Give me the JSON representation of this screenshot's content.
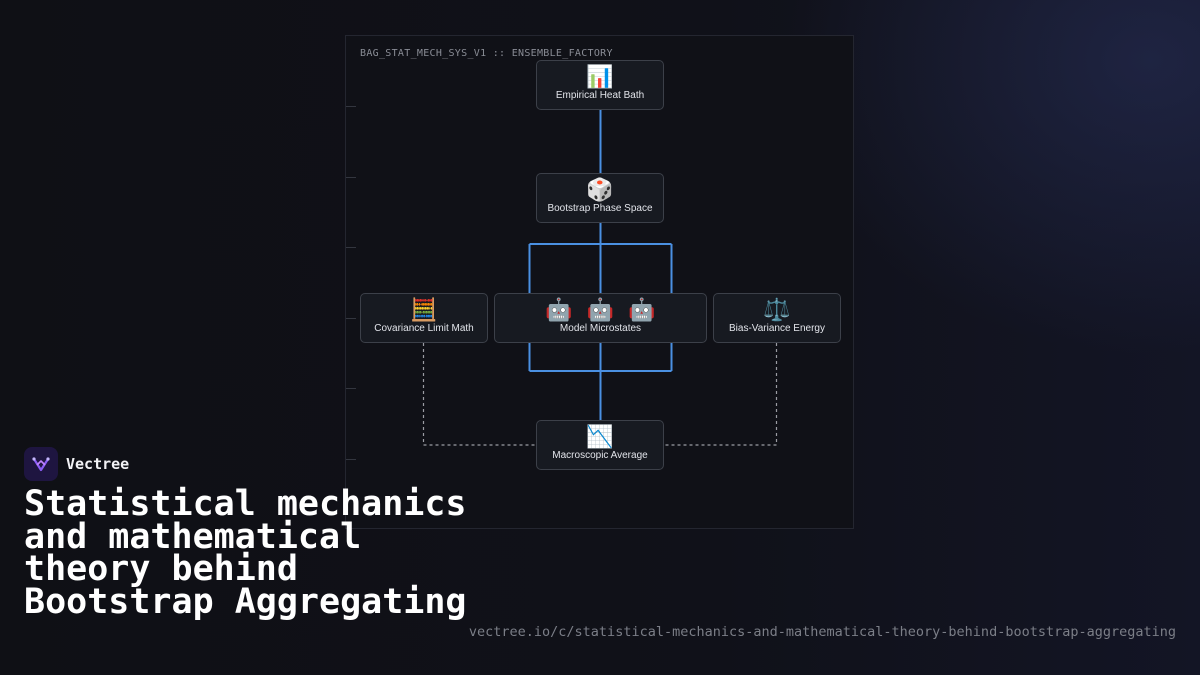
{
  "brand": {
    "name": "Vectree"
  },
  "title": "Statistical mechanics and mathematical theory behind Bootstrap Aggregating",
  "url": "vectree.io/c/statistical-mechanics-and-mathematical-theory-behind-bootstrap-aggregating",
  "diagram": {
    "header": "BAG_STAT_MECH_SYS_V1 :: ENSEMBLE_FACTORY",
    "nodes": {
      "heat_bath": {
        "icon": "bar-chart-icon",
        "emoji": "📊",
        "label": "Empirical Heat Bath"
      },
      "phase_space": {
        "icon": "dice-icon",
        "emoji": "🎲",
        "label": "Bootstrap Phase Space"
      },
      "covariance": {
        "icon": "abacus-icon",
        "emoji": "🧮",
        "label": "Covariance Limit Math"
      },
      "microstates": {
        "icon": "robot-icon",
        "emoji": "🤖  🤖  🤖",
        "label": "Model Microstates"
      },
      "bias_variance": {
        "icon": "scales-icon",
        "emoji": "⚖️",
        "label": "Bias-Variance Energy"
      },
      "average": {
        "icon": "chart-decreasing-icon",
        "emoji": "📉",
        "label": "Macroscopic Average"
      }
    },
    "colors": {
      "flow_edge": "#4a90e2",
      "aux_edge": "#9a9ca3",
      "node_border": "#3c4049"
    }
  }
}
